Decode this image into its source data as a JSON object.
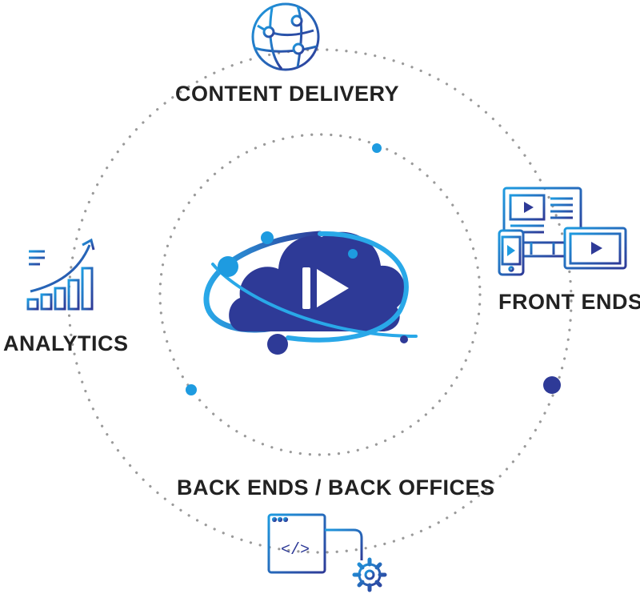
{
  "labels": {
    "content_delivery": "CONTENT DELIVERY",
    "front_ends": "FRONT ENDS",
    "analytics": "ANALYTICS",
    "back_ends": "BACK ENDS / BACK OFFICES"
  },
  "code_tag": "</>",
  "icons": {
    "content_delivery": "globe-network-icon",
    "front_ends": "devices-icon",
    "analytics": "growth-chart-icon",
    "back_ends": "code-settings-icon",
    "center": "cloud-play-icon"
  },
  "colors": {
    "dark_blue": "#2E3A97",
    "light_blue": "#1E9BE0",
    "dots": "#9A9A9A",
    "text": "#222222"
  }
}
